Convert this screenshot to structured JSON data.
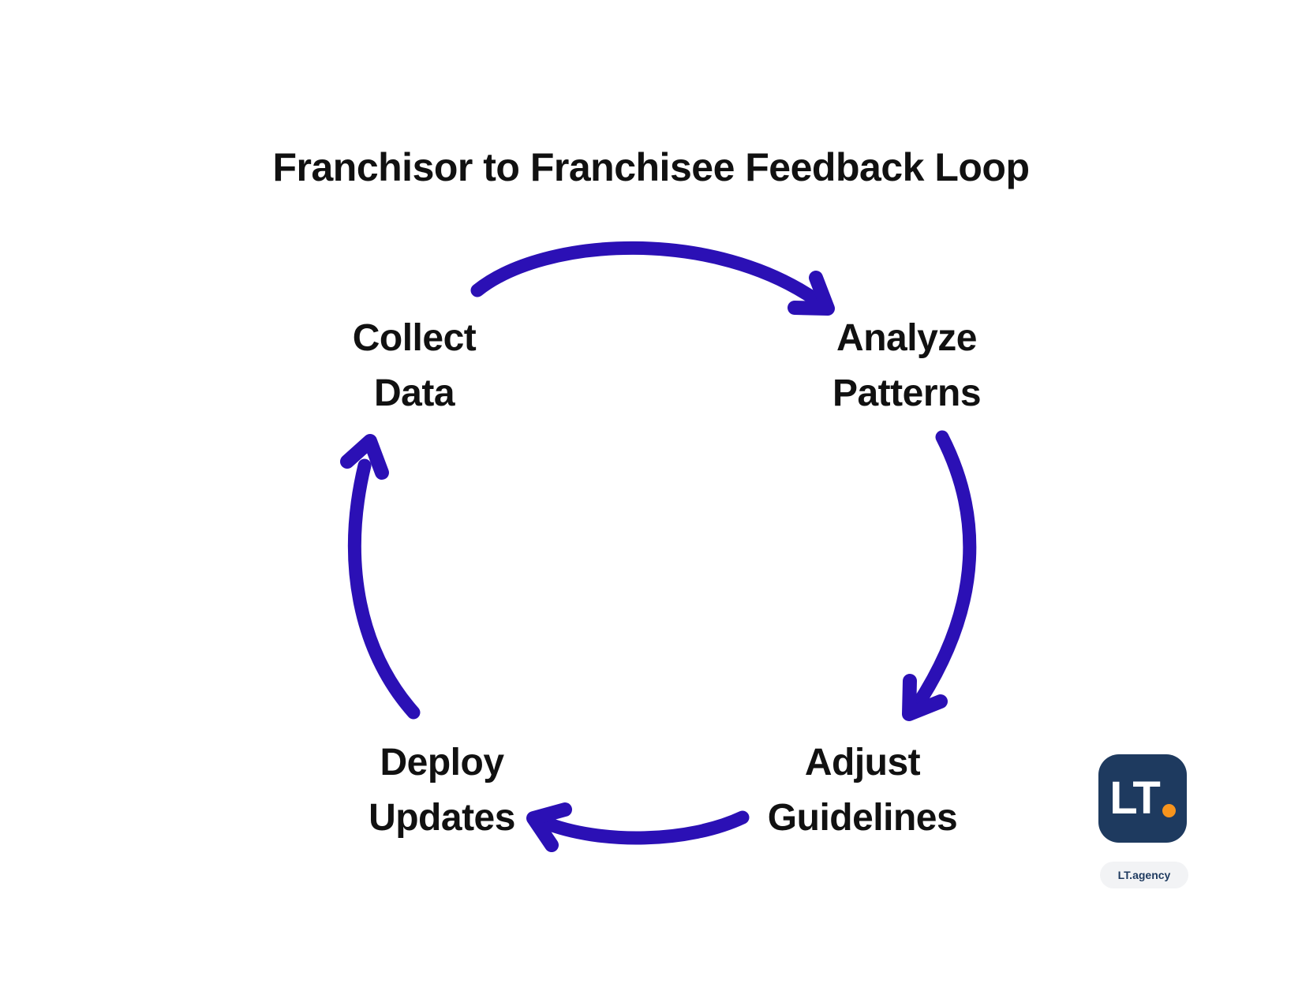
{
  "title": "Franchisor to Franchisee Feedback Loop",
  "diagram": {
    "type": "cycle",
    "arrow_color": "#2B10B5",
    "text_color": "#111111",
    "nodes": [
      {
        "id": "collect-data",
        "lines": [
          "Collect",
          "Data"
        ]
      },
      {
        "id": "analyze-patterns",
        "lines": [
          "Analyze",
          "Patterns"
        ]
      },
      {
        "id": "adjust-guidelines",
        "lines": [
          "Adjust",
          "Guidelines"
        ]
      },
      {
        "id": "deploy-updates",
        "lines": [
          "Deploy",
          "Updates"
        ]
      }
    ],
    "flow": [
      "Collect Data",
      "Analyze Patterns",
      "Adjust Guidelines",
      "Deploy Updates",
      "Collect Data"
    ]
  },
  "branding": {
    "logo_initials": "LT",
    "tagline": "LT.agency",
    "logo_bg_color": "#1E3A5F",
    "logo_text_color": "#FFFFFF",
    "logo_dot_color": "#F7941D",
    "tagline_bg_color": "#F2F3F5",
    "tagline_text_color": "#1E3A5F"
  }
}
